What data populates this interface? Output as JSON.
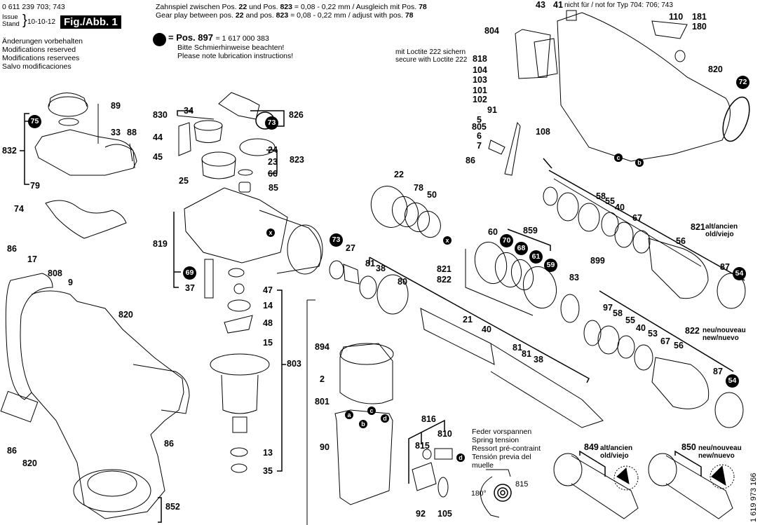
{
  "header": {
    "model_numbers": "0 611 239 703; 743",
    "issue_label": "Issue",
    "stand_label": "Stand",
    "issue_date": "10-10-12",
    "figure_label": "Fig./Abb. 1",
    "modifications": [
      "Änderungen vorbehalten",
      "Modifications reserved",
      "Modifications reservees",
      "Salvo modificaciones"
    ]
  },
  "notes": {
    "gear_play_de": {
      "prefix": "Zahnspiel zwischen Pos.",
      "pos1": "22",
      "mid": "und Pos.",
      "pos2": "823",
      "suffix": "= 0,08 - 0,22 mm / Ausgleich mit Pos.",
      "pos3": "78"
    },
    "gear_play_en": {
      "prefix": "Gear play between  pos.",
      "pos1": "22",
      "mid": "and  pos.",
      "pos2": "823",
      "suffix": "= 0,08 - 0,22 mm / adjust with pos.",
      "pos3": "78"
    },
    "lubrication": {
      "pos_label": "= Pos. 897",
      "part_number": "= 1 617 000 383",
      "line_de": "Bitte Schmierhinweise beachten!",
      "line_en": "Please note lubrication instructions!"
    },
    "loctite_de": "mit Loctite 222 sichern",
    "loctite_en": "secure with Loctite 222",
    "not_for_type": "nicht für / not for Typ 704: 706; 743",
    "spring_tension": [
      "Feder vorspannen",
      "Spring tension",
      "Ressort pré-contraint",
      "Tensión previa del",
      "muelle"
    ],
    "angle": "180°",
    "old_label": [
      "alt/ancien",
      "old/viejo"
    ],
    "new_label": [
      "neu/nouveau",
      "new/nuevo"
    ],
    "doc_number": "1 619 973 166"
  },
  "lubrication_badges": [
    "75",
    "73",
    "73",
    "72",
    "69",
    "70",
    "68",
    "61",
    "59",
    "54",
    "54"
  ],
  "connector_letters": [
    "a",
    "b",
    "c",
    "d",
    "b",
    "c",
    "d",
    "x",
    "x"
  ],
  "part_labels": {
    "top_left_group": [
      "89",
      "33",
      "88",
      "832",
      "79",
      "74"
    ],
    "gear_group": [
      "830",
      "34",
      "826",
      "44",
      "45",
      "24",
      "23",
      "823",
      "66",
      "25",
      "85",
      "819",
      "37",
      "47"
    ],
    "armature_group": [
      "14",
      "48",
      "15",
      "803",
      "13",
      "35"
    ],
    "housing_group": [
      "86",
      "17",
      "808",
      "9",
      "820",
      "86",
      "820",
      "86",
      "852"
    ],
    "switch_group": [
      "43",
      "41",
      "110",
      "181",
      "180",
      "804",
      "818",
      "104",
      "103",
      "101",
      "102",
      "91",
      "5",
      "805",
      "6",
      "7",
      "86",
      "108",
      "820"
    ],
    "bevel_gear_group": [
      "22",
      "78",
      "50"
    ],
    "spindle_group": [
      "27",
      "81",
      "38",
      "80",
      "821",
      "822",
      "21",
      "40",
      "81",
      "81",
      "38"
    ],
    "seal_group": [
      "60",
      "859",
      "83"
    ],
    "chuck_old_group": [
      "58",
      "55",
      "40",
      "67",
      "899",
      "821",
      "56",
      "87"
    ],
    "chuck_new_group": [
      "97",
      "58",
      "55",
      "40",
      "53",
      "67",
      "56",
      "822",
      "87"
    ],
    "motor_group": [
      "894",
      "2",
      "801",
      "90"
    ],
    "brush_group": [
      "816",
      "810",
      "815",
      "92",
      "105",
      "815"
    ],
    "tool_holder": [
      "849",
      "850"
    ]
  }
}
